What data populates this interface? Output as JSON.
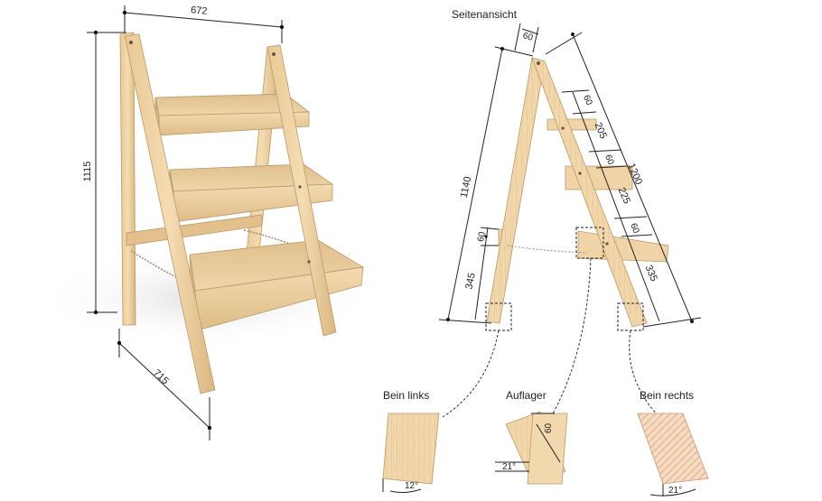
{
  "colors": {
    "wood_light": "#f2d9ae",
    "wood_mid": "#e8c893",
    "wood_dark": "#d6b07a",
    "wood_red": "#e3a58a",
    "line": "#222222",
    "shadow": "#e6e6e6"
  },
  "perspective": {
    "dim_width": "672",
    "dim_height": "1115",
    "dim_depth": "715"
  },
  "side_view": {
    "title": "Seitenansicht",
    "dim_top": "60",
    "dim_left_total": "1140",
    "dim_right_total": "1200",
    "dim_left_60": "60",
    "dim_left_345": "345",
    "dim_right_60a": "60",
    "dim_right_205": "205",
    "dim_right_60b": "60",
    "dim_right_225": "225",
    "dim_right_60c": "60",
    "dim_right_335": "335"
  },
  "details": {
    "left": {
      "label": "Bein links",
      "angle": "12°"
    },
    "support": {
      "label": "Auflager",
      "size": "60",
      "angle": "21°"
    },
    "right": {
      "label": "Bein rechts",
      "angle": "21°"
    }
  }
}
